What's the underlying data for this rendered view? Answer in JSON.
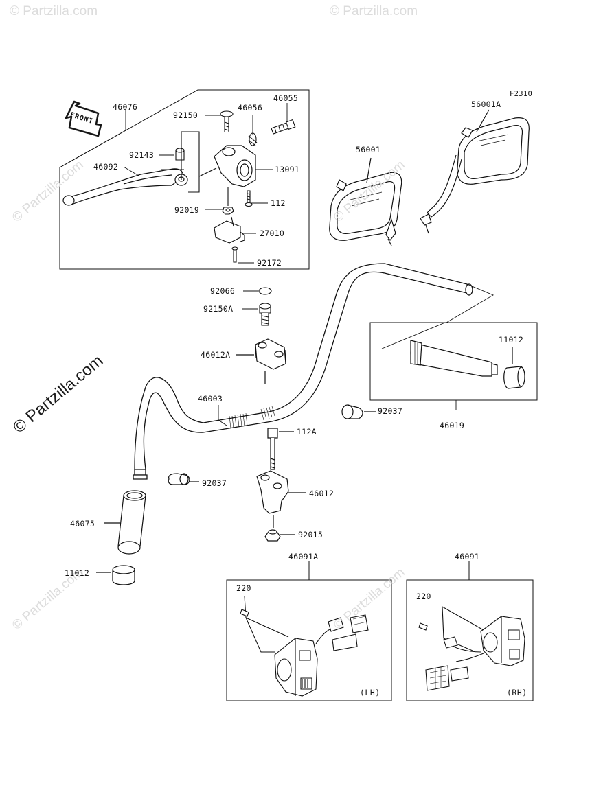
{
  "figure_code": "F2310",
  "front_label": "FRONT",
  "watermark": {
    "main": "© Partzilla.com",
    "faint": "© Partzilla.com"
  },
  "side_labels": {
    "lh": "(LH)",
    "rh": "(RH)"
  },
  "parts": {
    "p46076": "46076",
    "p46055": "46055",
    "p92150": "92150",
    "p46056": "46056",
    "p92143": "92143",
    "p46092": "46092",
    "p13091": "13091",
    "p112": "112",
    "p92019": "92019",
    "p27010": "27010",
    "p92172": "92172",
    "p56001A": "56001A",
    "p56001": "56001",
    "p92066": "92066",
    "p92150A": "92150A",
    "p46012A": "46012A",
    "p46003": "46003",
    "p11012a": "11012",
    "p92037a": "92037",
    "p46019": "46019",
    "p112A": "112A",
    "p92037b": "92037",
    "p46012": "46012",
    "p46075": "46075",
    "p92015": "92015",
    "p11012b": "11012",
    "p46091A": "46091A",
    "p46091": "46091",
    "p220a": "220",
    "p220b": "220"
  }
}
